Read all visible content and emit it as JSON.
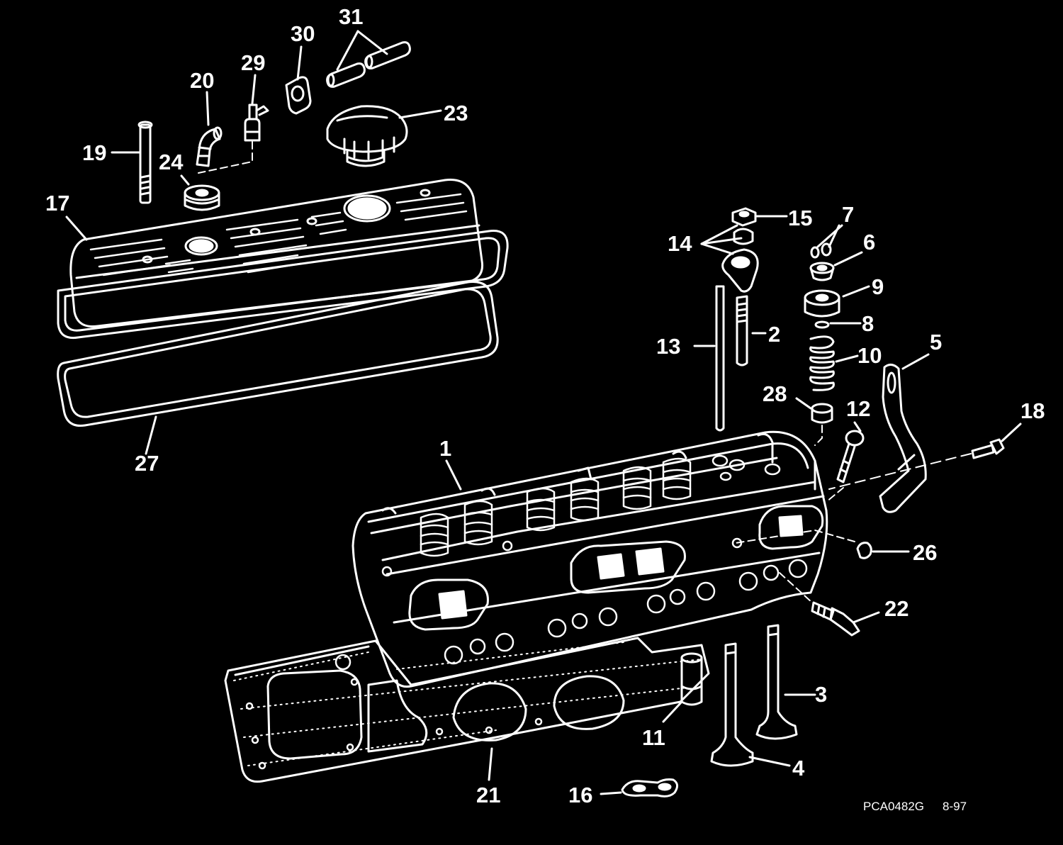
{
  "colors": {
    "background": "#000000",
    "line": "#ffffff"
  },
  "callouts": [
    {
      "id": "1",
      "text": "1"
    },
    {
      "id": "2",
      "text": "2"
    },
    {
      "id": "3",
      "text": "3"
    },
    {
      "id": "4",
      "text": "4"
    },
    {
      "id": "5",
      "text": "5"
    },
    {
      "id": "6",
      "text": "6"
    },
    {
      "id": "7",
      "text": "7"
    },
    {
      "id": "8",
      "text": "8"
    },
    {
      "id": "9",
      "text": "9"
    },
    {
      "id": "10",
      "text": "10"
    },
    {
      "id": "11",
      "text": "11"
    },
    {
      "id": "12",
      "text": "12"
    },
    {
      "id": "13",
      "text": "13"
    },
    {
      "id": "14",
      "text": "14"
    },
    {
      "id": "15",
      "text": "15"
    },
    {
      "id": "16",
      "text": "16"
    },
    {
      "id": "17",
      "text": "17"
    },
    {
      "id": "18",
      "text": "18"
    },
    {
      "id": "19",
      "text": "19"
    },
    {
      "id": "20",
      "text": "20"
    },
    {
      "id": "21",
      "text": "21"
    },
    {
      "id": "22",
      "text": "22"
    },
    {
      "id": "23",
      "text": "23"
    },
    {
      "id": "24",
      "text": "24"
    },
    {
      "id": "26",
      "text": "26"
    },
    {
      "id": "27",
      "text": "27"
    },
    {
      "id": "28",
      "text": "28"
    },
    {
      "id": "29",
      "text": "29"
    },
    {
      "id": "30",
      "text": "30"
    },
    {
      "id": "31",
      "text": "31"
    }
  ],
  "footer": {
    "drawing_code": "PCA0482G",
    "date": "8-97"
  }
}
